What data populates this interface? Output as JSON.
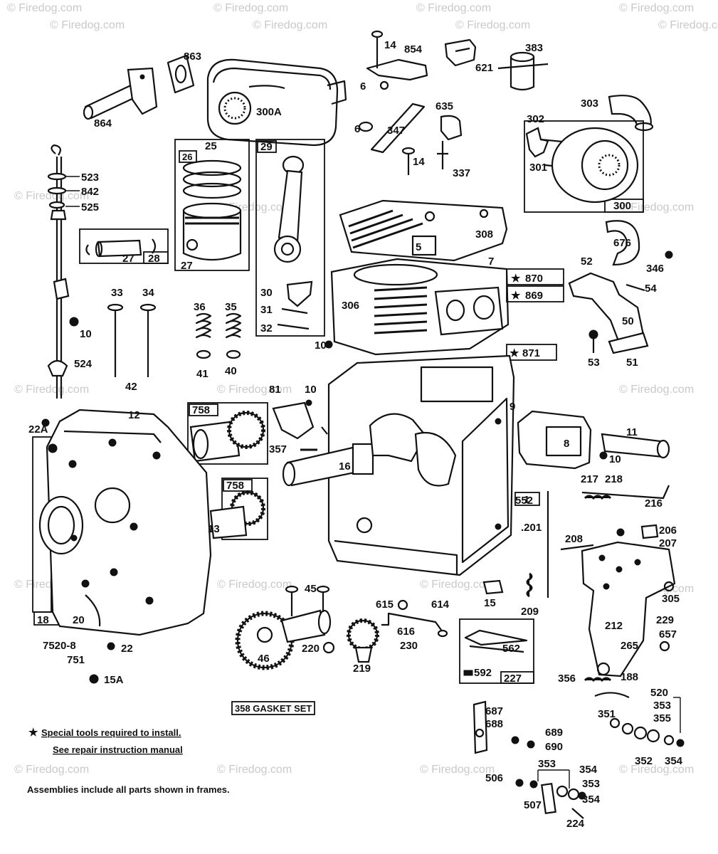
{
  "watermark": "© Firedog.com",
  "notes": {
    "star_line1": "Special tools required to install.",
    "star_line2": "See repair instruction manual",
    "assemblies": "Assemblies include all parts shown in frames.",
    "gasket_set": "358 GASKET SET"
  },
  "labels": {
    "p864": "864",
    "p863": "863",
    "p300A": "300A",
    "p14a": "14",
    "p854": "854",
    "p6a": "6",
    "p621": "621",
    "p383": "383",
    "p303": "303",
    "p6b": "6",
    "p635": "635",
    "p347": "347",
    "p302": "302",
    "p14b": "14",
    "p337": "337",
    "p301": "301",
    "p300": "300",
    "p523": "523",
    "p842": "842",
    "p525": "525",
    "p25": "25",
    "p26": "26",
    "p29": "29",
    "p27a": "27",
    "p28": "28",
    "p27b": "27",
    "p308": "308",
    "p5": "5",
    "p7": "7",
    "p676": "676",
    "p52": "52",
    "p346": "346",
    "p33": "33",
    "p34": "34",
    "p30": "30",
    "p870": "870",
    "p869": "869",
    "p54": "54",
    "p306": "306",
    "p36": "36",
    "p35": "35",
    "p10a": "10",
    "p31": "31",
    "p32": "32",
    "p50": "50",
    "p10b": "10",
    "p871": "871",
    "p53": "53",
    "p51": "51",
    "p524": "524",
    "p42": "42",
    "p41": "41",
    "p40": "40",
    "p81": "81",
    "p10c": "10",
    "p22A": "22A",
    "p12": "12",
    "p758a": "758",
    "p9": "9",
    "p357": "357",
    "p16": "16",
    "p11": "11",
    "p8": "8",
    "p10d": "10",
    "p758b": "758",
    "p13": "13",
    "p552": "552",
    "p1": "1",
    "p217": "217",
    "p218": "218",
    "p216": "216",
    "p201": ".201",
    "p208": "208",
    "p206": "206",
    "p207": "207",
    "p45": "45",
    "p15": "15",
    "p305": "305",
    "p615": "615",
    "p614": "614",
    "p209": "209",
    "p229": "229",
    "p616": "616",
    "p212": "212",
    "p657": "657",
    "p18": "18",
    "p20": "20",
    "p7520": "7520-8",
    "p751": "751",
    "p22": "22",
    "p46": "46",
    "p220": "220",
    "p219": "219",
    "p230": "230",
    "p562": "562",
    "p265": "265",
    "p15A": "15A",
    "p592": "592",
    "p227": "227",
    "p356": "356",
    "p188": "188",
    "p520": "520",
    "p353a": "353",
    "p351": "351",
    "p355": "355",
    "p687": "687",
    "p688": "688",
    "p689": "689",
    "p690": "690",
    "p352": "352",
    "p354a": "354",
    "p353b": "353",
    "p354b": "354",
    "p506": "506",
    "p353c": "353",
    "p354c": "354",
    "p507": "507",
    "p224": "224"
  }
}
